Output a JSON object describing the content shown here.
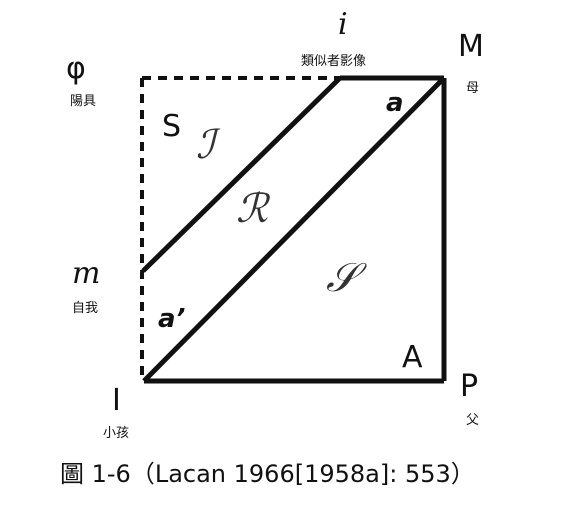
{
  "diagram": {
    "nodes": {
      "phi": {
        "symbol": "φ",
        "label": "陽具"
      },
      "i": {
        "symbol": "i",
        "label": "類似者影像"
      },
      "M": {
        "symbol": "M",
        "label": "母"
      },
      "m": {
        "symbol": "m",
        "label": "自我"
      },
      "I": {
        "symbol": "I",
        "label": "小孩"
      },
      "P": {
        "symbol": "P",
        "label": "父"
      }
    },
    "inner_labels": {
      "S": "S",
      "a": "a",
      "a_prime": "a’",
      "A": "A"
    },
    "regions": {
      "imaginary": "ℐ",
      "real": "ℛ",
      "symbolic": "𝒮"
    },
    "colors": {
      "line": "#111111",
      "text": "#111111"
    }
  },
  "caption": {
    "text": "圖 1-6（Lacan 1966[1958a]: 553）"
  }
}
